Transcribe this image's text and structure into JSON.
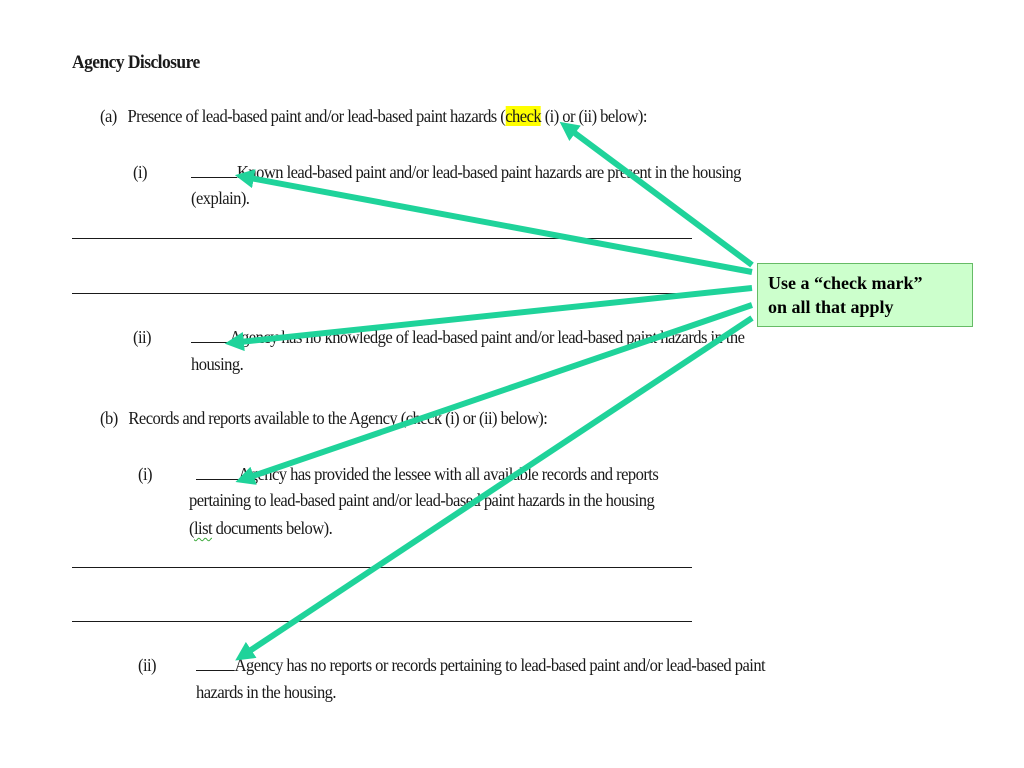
{
  "document": {
    "heading": "Agency Disclosure",
    "section_a": {
      "label": "(a)",
      "text_before": "Presence of lead-based paint and/or lead-based paint hazards (",
      "highlight": "check",
      "text_after": " (i) or (ii) below):",
      "item_i": {
        "label": "(i)",
        "line1": "Known lead-based paint and/or lead-based paint hazards are present in the housing",
        "line2": "(explain)."
      },
      "item_ii": {
        "label": "(ii)",
        "line1": "Agency has no knowledge of lead-based paint and/or lead-based paint hazards in the",
        "line2": "housing."
      }
    },
    "section_b": {
      "label": "(b)",
      "text": "Records and reports available to the Agency (check (i) or (ii) below):",
      "item_i": {
        "label": "(i)",
        "line1": "Agency has provided the lessee with all available records and reports",
        "line2": "pertaining to lead-based paint and/or lead-based paint hazards in the housing",
        "line3_squiggle": "list",
        "line3_open": "(",
        "line3_rest": " documents below)."
      },
      "item_ii": {
        "label": "(ii)",
        "line1": "Agency has no reports or records pertaining to lead-based paint and/or lead-based paint",
        "line2": "hazards in the housing."
      }
    }
  },
  "callout": {
    "line1": "Use a “check mark”",
    "line2": "on all that apply",
    "fill_color": "#ccffcc",
    "arrow_color": "#1fd39a"
  }
}
